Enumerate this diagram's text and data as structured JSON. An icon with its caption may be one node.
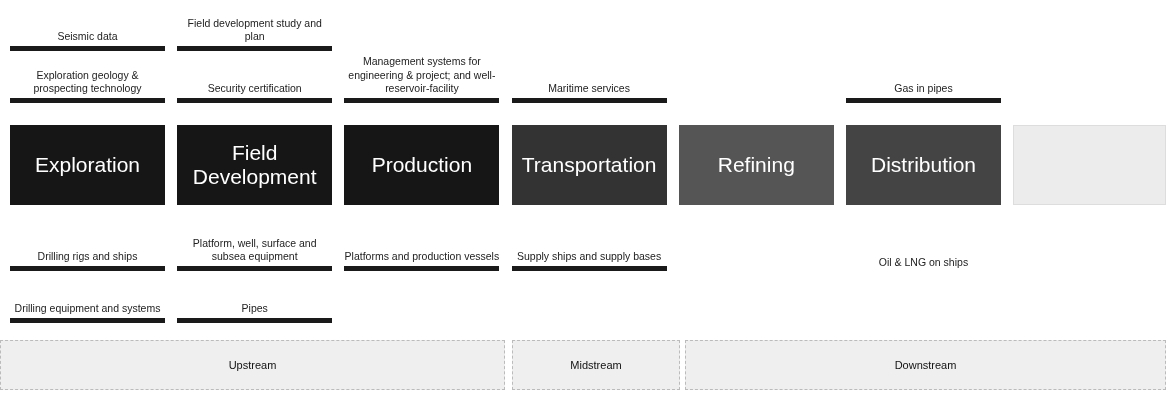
{
  "diagram": {
    "nodes": [
      {
        "text": [
          "Exploration"
        ]
      },
      {
        "text": [
          "Field Development"
        ]
      },
      {
        "text": [
          "Production"
        ]
      },
      {
        "text": [
          "Transportation"
        ]
      },
      {
        "text": [
          "Refining"
        ]
      },
      {
        "text": [
          "Distribution"
        ]
      },
      {
        "text": [],
        "shape": "box"
      },
      {
        "text": [
          "Upstream"
        ]
      },
      {
        "text": [
          "Midstream"
        ]
      },
      {
        "text": [
          "Downstream"
        ]
      }
    ],
    "edges": [],
    "labels": [
      "Seismic data",
      "Field development study and plan",
      "Exploration geology & prospecting technology",
      "Security certification",
      "Management systems for engineering & project; and well-reservoir-facility",
      "Maritime services",
      "Gas in pipes",
      "Drilling rigs and ships",
      "Platform, well, surface and subsea equipment",
      "Platforms and production vessels",
      "Supply ships and supply bases",
      "Oil & LNG on ships",
      "Drilling equipment and systems",
      "Pipes"
    ]
  }
}
